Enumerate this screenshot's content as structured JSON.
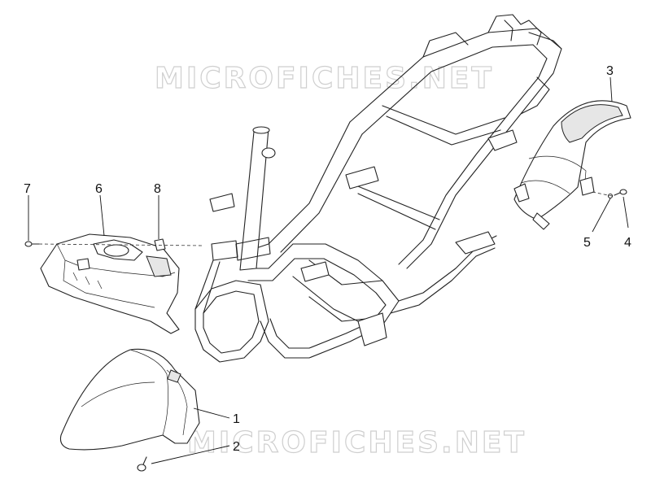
{
  "watermark": {
    "text": "MICROFICHES.NET",
    "color": "#cfcfcf"
  },
  "callouts": [
    {
      "label": "1",
      "part": "front-mudguard"
    },
    {
      "label": "2",
      "part": "mudguard-screw"
    },
    {
      "label": "3",
      "part": "rear-mudguard"
    },
    {
      "label": "4",
      "part": "rear-mudguard-screw"
    },
    {
      "label": "5",
      "part": "rear-mudguard-washer"
    },
    {
      "label": "6",
      "part": "headlight-shell"
    },
    {
      "label": "7",
      "part": "shell-screw"
    },
    {
      "label": "8",
      "part": "shell-clip"
    }
  ],
  "colors": {
    "line": "#222222",
    "background": "#ffffff"
  }
}
